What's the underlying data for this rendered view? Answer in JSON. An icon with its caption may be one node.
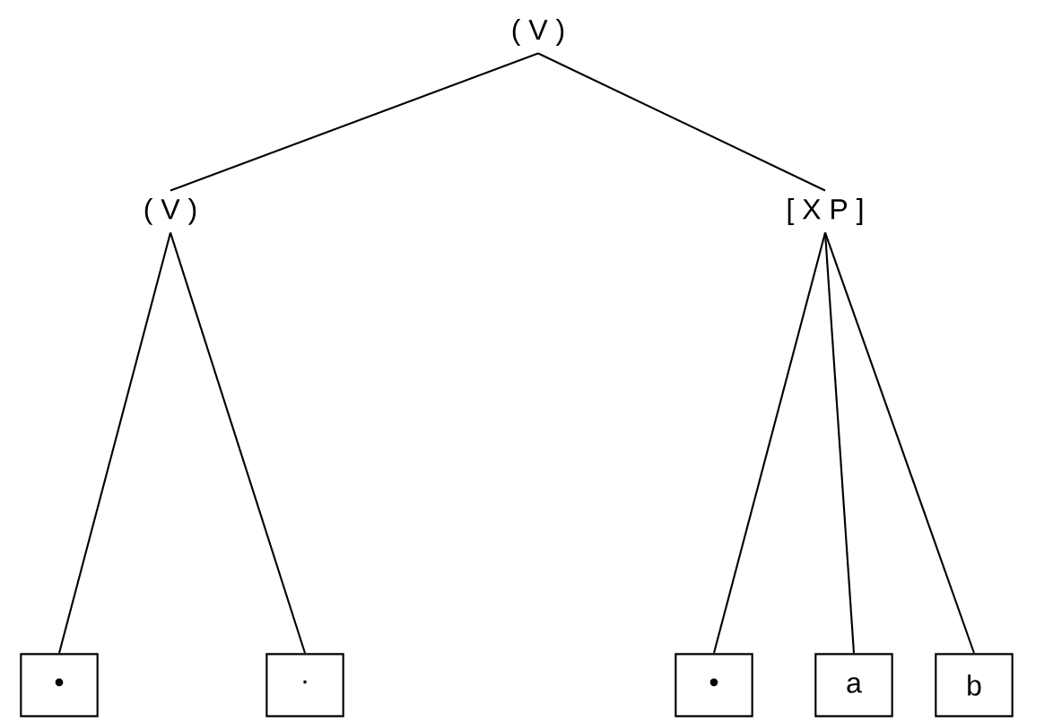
{
  "diagram": {
    "nodes": [
      {
        "text": [
          "( V )"
        ]
      },
      {
        "text": [
          "( V )"
        ]
      },
      {
        "text": [
          "[ X P ]"
        ]
      },
      {
        "text": [
          "•"
        ]
      },
      {
        "text": [
          "·"
        ]
      },
      {
        "text": [
          "•"
        ]
      },
      {
        "text": [
          "a"
        ]
      },
      {
        "text": [
          "b"
        ]
      }
    ],
    "edges": [
      {
        "from": 0,
        "to": 1,
        "arrow": "none"
      },
      {
        "from": 0,
        "to": 2,
        "arrow": "none"
      },
      {
        "from": 1,
        "to": 3,
        "arrow": "none"
      },
      {
        "from": 1,
        "to": 4,
        "arrow": "none"
      },
      {
        "from": 2,
        "to": 5,
        "arrow": "none"
      },
      {
        "from": 2,
        "to": 6,
        "arrow": "none"
      },
      {
        "from": 2,
        "to": 7,
        "arrow": "none"
      }
    ]
  }
}
